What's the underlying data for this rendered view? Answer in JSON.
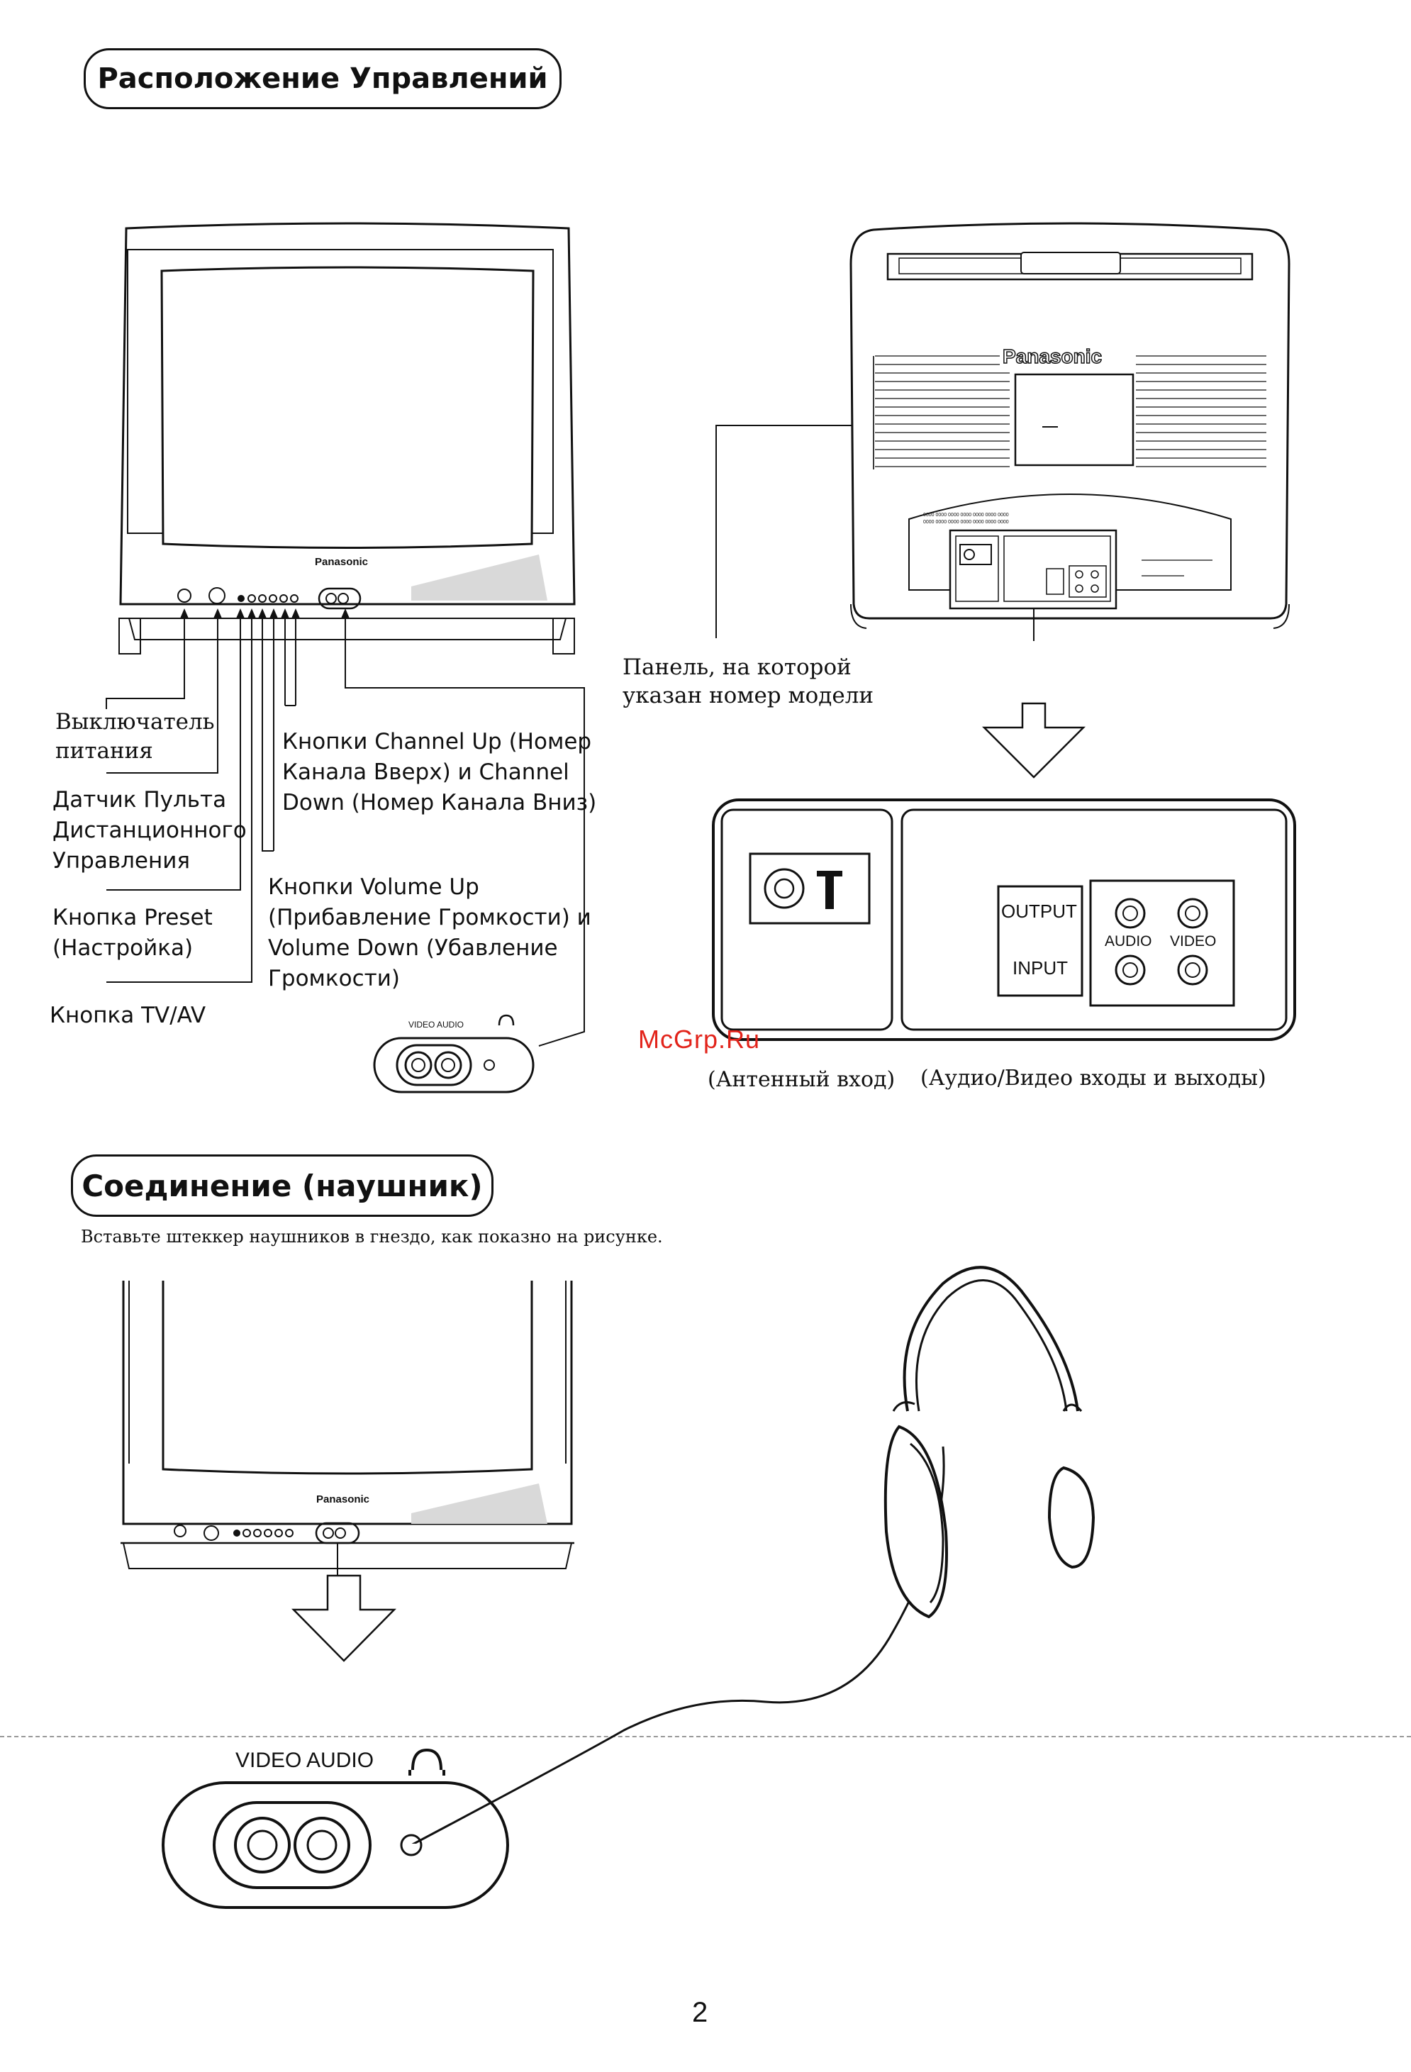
{
  "section1": {
    "title": "Расположение Управлений"
  },
  "section2": {
    "title": "Соединение (наушник)",
    "instruction": "Вставьте штеккер наушников в гнездо, как показно на рисунке."
  },
  "tv_front": {
    "brand": "Panasonic",
    "jack_label": "VIDEO AUDIO"
  },
  "tv_rear": {
    "brand": "Panasonic"
  },
  "callouts": {
    "power_switch": [
      "Выключатель",
      "питания"
    ],
    "remote_sensor": [
      "Датчик Пульта",
      "Дистанционного",
      "Управления"
    ],
    "preset_button": [
      "Кнопка Preset",
      "(Настройка)"
    ],
    "tvav_button": [
      "Кнопка TV/AV"
    ],
    "channel_buttons": [
      "Кнопки Channel Up (Номер",
      "Канала Вверх) и Channel",
      "Down (Номер Канала Вниз)"
    ],
    "volume_buttons": [
      "Кнопки Volume Up",
      "(Прибавление Громкости) и",
      "Volume Down (Убавление",
      "Громкости)"
    ],
    "model_panel": [
      "Панель, на которой",
      "указан номер модели"
    ]
  },
  "connector_panel": {
    "output": "OUTPUT",
    "input": "INPUT",
    "audio": "AUDIO",
    "video": "VIDEO",
    "antenna_caption": "(Антенный вход)",
    "av_caption": "(Аудио/Видео входы и выходы)"
  },
  "headphone_jack": {
    "label": "VIDEO AUDIO"
  },
  "watermark": "McGrp.Ru",
  "page_number": "2"
}
